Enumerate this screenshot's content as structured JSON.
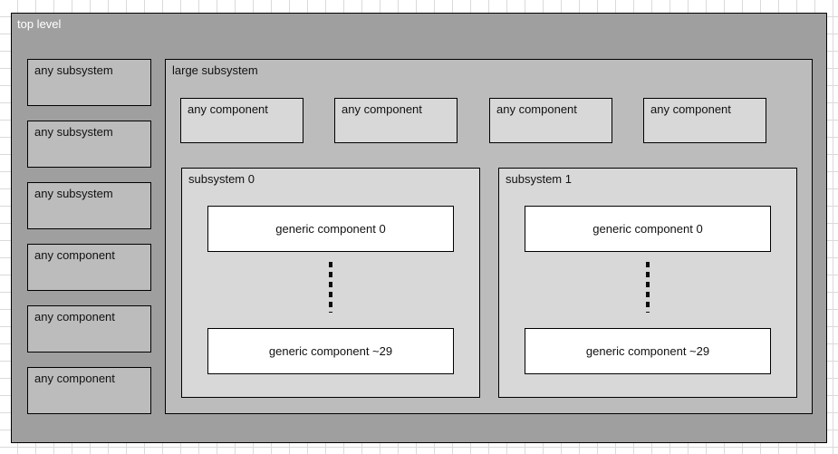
{
  "diagram": {
    "title": "top level",
    "left_column": [
      {
        "label": "any subsystem"
      },
      {
        "label": "any subsystem"
      },
      {
        "label": "any subsystem"
      },
      {
        "label": "any component"
      },
      {
        "label": "any component"
      },
      {
        "label": "any component"
      }
    ],
    "large_subsystem": {
      "label": "large subsystem",
      "components": [
        {
          "label": "any component"
        },
        {
          "label": "any component"
        },
        {
          "label": "any component"
        },
        {
          "label": "any component"
        }
      ],
      "subsystems": [
        {
          "label": "subsystem 0",
          "first_component": "generic component 0",
          "last_component": "generic component ~29"
        },
        {
          "label": "subsystem 1",
          "first_component": "generic component 0",
          "last_component": "generic component ~29"
        }
      ]
    }
  },
  "icons": {
    "vertical_ellipsis": "⋮"
  },
  "colors": {
    "top_level_fill": "#9f9f9f",
    "subsystem_fill": "#bcbcbc",
    "inner_fill": "#d8d8d8",
    "component_fill": "#ffffff",
    "border": "#000000",
    "grid_line": "#dadada",
    "canvas_background": "#ffffff",
    "title_text": "#ffffff",
    "label_text": "#111111"
  }
}
